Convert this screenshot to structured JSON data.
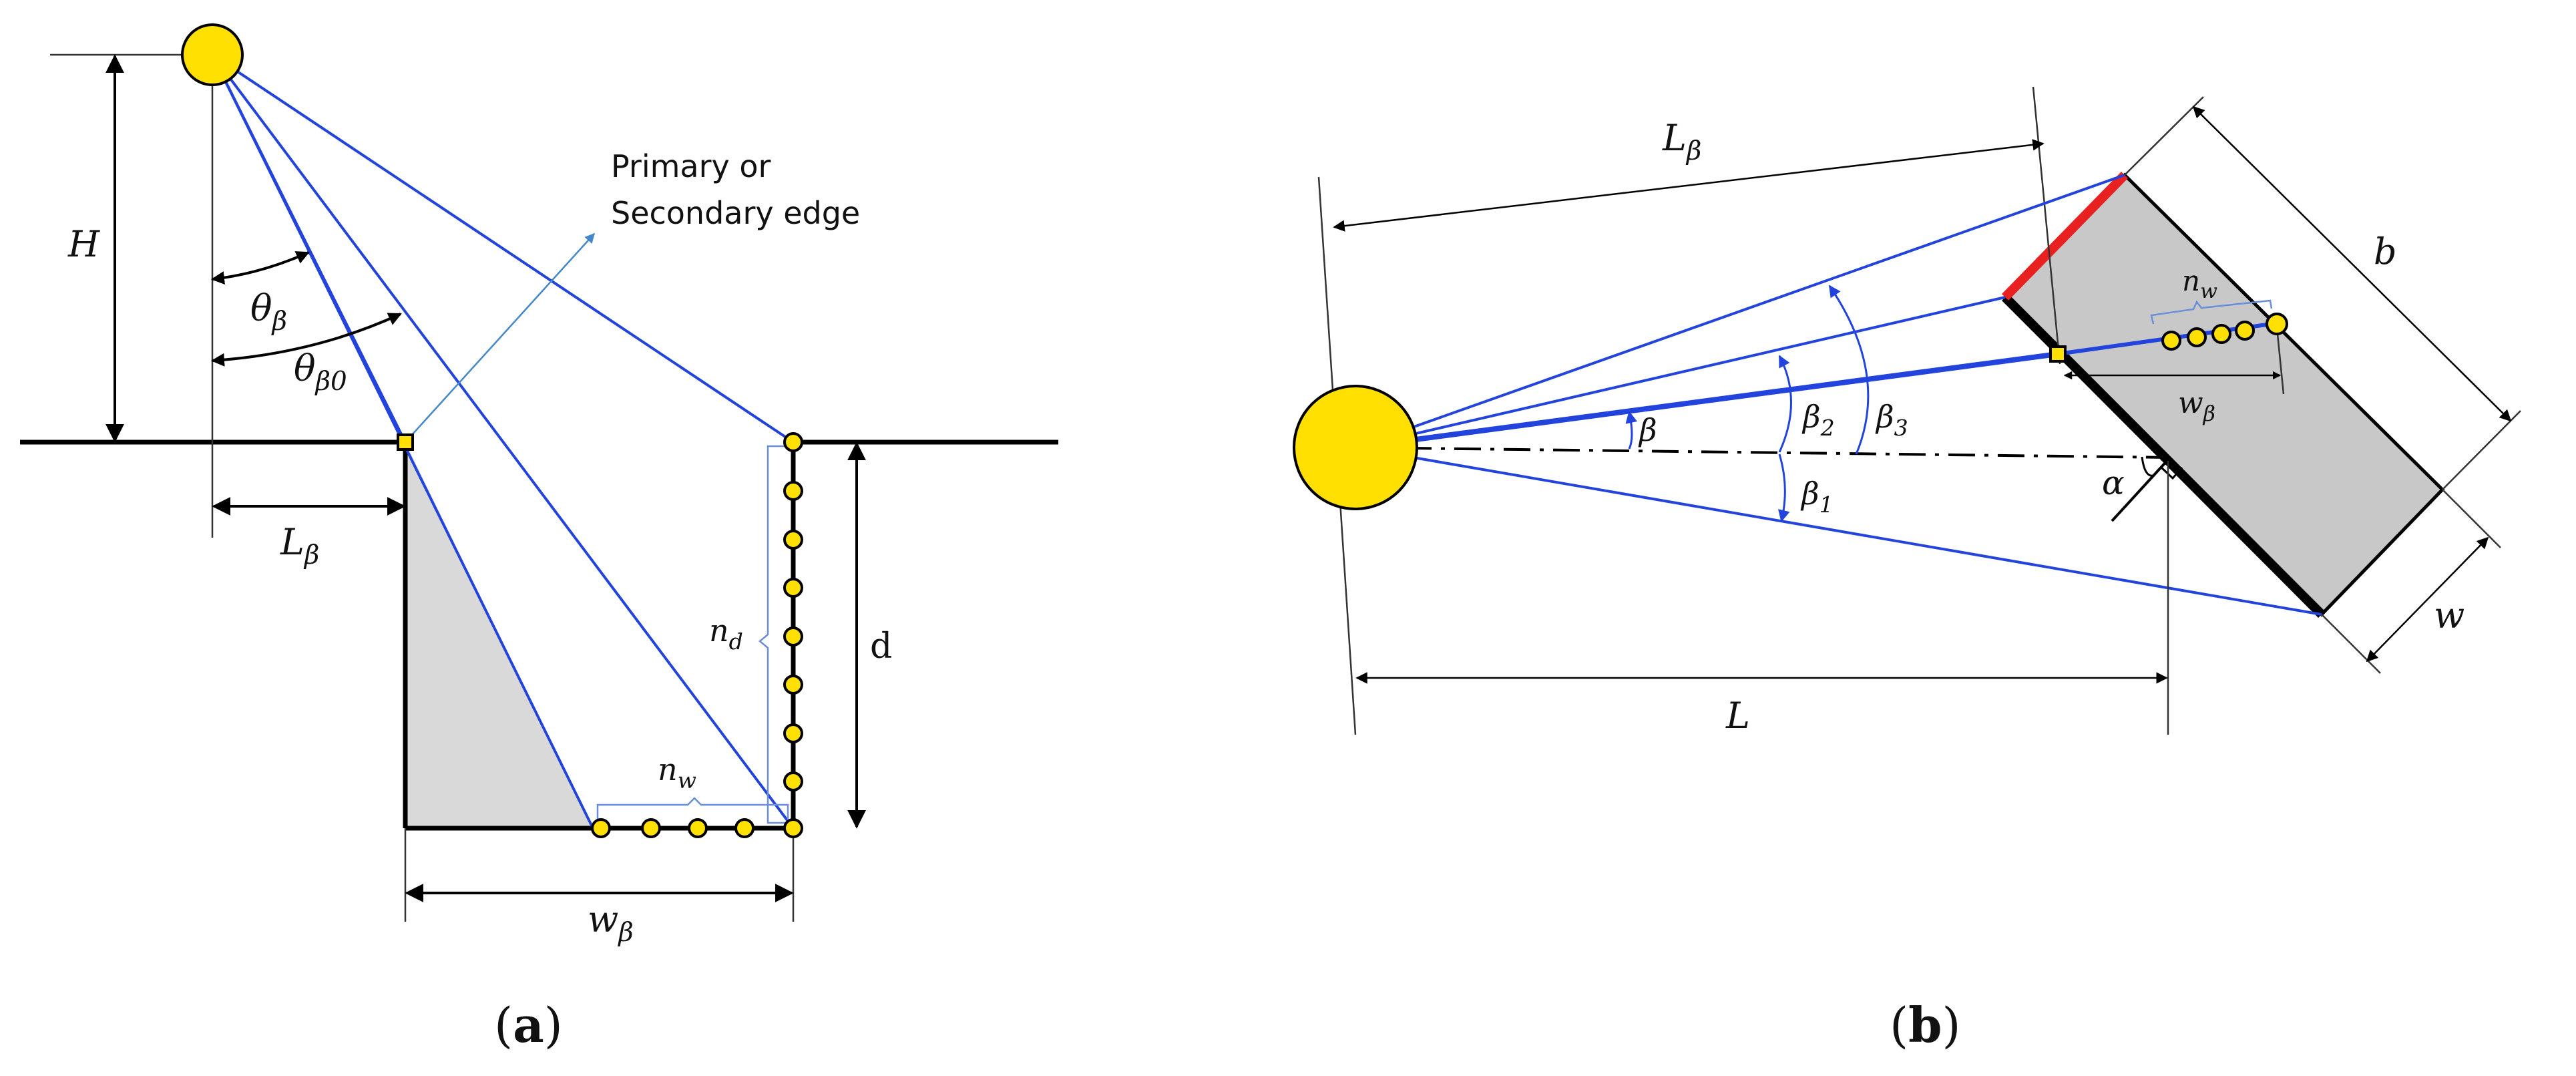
{
  "panel_a": {
    "caption_open": "(",
    "caption_letter": "a",
    "caption_close": ")",
    "label_H": "H",
    "label_theta": "θ",
    "label_theta_sub": "β",
    "label_theta0": "θ",
    "label_theta0_sub": "β0",
    "label_L": "L",
    "label_L_sub": "β",
    "label_nd": "n",
    "label_nd_sub": "d",
    "label_nw": "n",
    "label_nw_sub": "w",
    "label_d": "d",
    "label_w": "w",
    "label_w_sub": "β",
    "edge_line1": "Primary or",
    "edge_line2": "Secondary edge"
  },
  "panel_b": {
    "caption_open": "(",
    "caption_letter": "b",
    "caption_close": ")",
    "label_Lb": "L",
    "label_Lb_sub": "β",
    "label_b": "b",
    "label_nw": "n",
    "label_nw_sub": "w",
    "label_wb": "w",
    "label_wb_sub": "β",
    "label_beta": "β",
    "label_beta1": "β",
    "label_beta1_sub": "1",
    "label_beta2": "β",
    "label_beta2_sub": "2",
    "label_beta3": "β",
    "label_beta3_sub": "3",
    "label_alpha": "α",
    "label_w": "w",
    "label_L": "L"
  },
  "colors": {
    "sun": "#ffe000",
    "ray": "#2244dd",
    "shade": "#d9d9d9",
    "shade_b": "#c8c8c8",
    "edge_red": "#e82020"
  }
}
